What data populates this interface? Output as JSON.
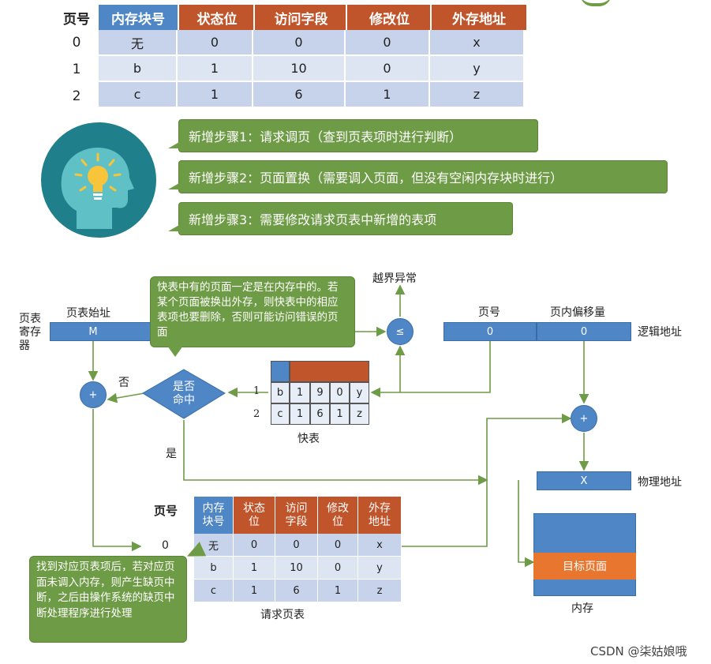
{
  "page_table": {
    "headers": [
      "页号",
      "内存块号",
      "状态位",
      "访问字段",
      "修改位",
      "外存地址"
    ],
    "rows": [
      [
        "0",
        "无",
        "0",
        "0",
        "0",
        "x"
      ],
      [
        "1",
        "b",
        "1",
        "10",
        "0",
        "y"
      ],
      [
        "2",
        "c",
        "1",
        "6",
        "1",
        "z"
      ]
    ]
  },
  "steps": [
    "新增步骤1：请求调页（查到页表项时进行判断）",
    "新增步骤2：页面置换（需要调入页面，但没有空闲内存块时进行）",
    "新增步骤3：需要修改请求页表中新增的表项"
  ],
  "diagram": {
    "page_table_start_label": "页表始址",
    "page_table_register_label": "页表\n寄存\n器",
    "register_value": "M",
    "tlb_note": "快表中有的页面一定是在内存中的。若某个页面被换出外存，则快表中的相应表项也要删除，否则可能访问错误的页面",
    "out_of_bounds": "越界异常",
    "compare_symbol": "≤",
    "page_number_label": "页号",
    "offset_label": "页内偏移量",
    "logical_address_label": "逻辑地址",
    "page_number_value": "0",
    "offset_value": "0",
    "adder_symbol": "+",
    "decision_text": "是否\n命中",
    "no_label": "否",
    "yes_label": "是",
    "tlb_caption": "快表",
    "tlb_rows": [
      {
        "index": "1",
        "cells": [
          "b",
          "1",
          "9",
          "0",
          "y"
        ]
      },
      {
        "index": "2",
        "cells": [
          "c",
          "1",
          "6",
          "1",
          "z"
        ]
      }
    ],
    "physical_address_value": "X",
    "physical_address_label": "物理地址",
    "target_page_label": "目标页面",
    "memory_caption": "内存",
    "request_table_rowhead_label": "页号",
    "request_table_headers": [
      "内存\n块号",
      "状态\n位",
      "访问\n字段",
      "修改\n位",
      "外存\n地址"
    ],
    "request_table_rows": [
      {
        "index": "0",
        "cells": [
          "无",
          "0",
          "0",
          "0",
          "x"
        ]
      },
      {
        "index": "",
        "cells": [
          "b",
          "1",
          "10",
          "0",
          "y"
        ]
      },
      {
        "index": "",
        "cells": [
          "c",
          "1",
          "6",
          "1",
          "z"
        ]
      }
    ],
    "request_table_caption": "请求页表",
    "fault_note": "找到对应页表项后，若对应页面未调入内存，则产生缺页中断，之后由操作系统的缺页中断处理程序进行处理"
  },
  "watermark": "CSDN @柒姑娘哦",
  "colors": {
    "header_blue": "#4f86c6",
    "header_orange": "#c0542a",
    "cell_light": "#c7d3ea",
    "callout_green": "#6e9b45",
    "memory_blue": "#4f86c6",
    "target_orange": "#e8762f",
    "teal_circle": "#1f7f8a"
  }
}
